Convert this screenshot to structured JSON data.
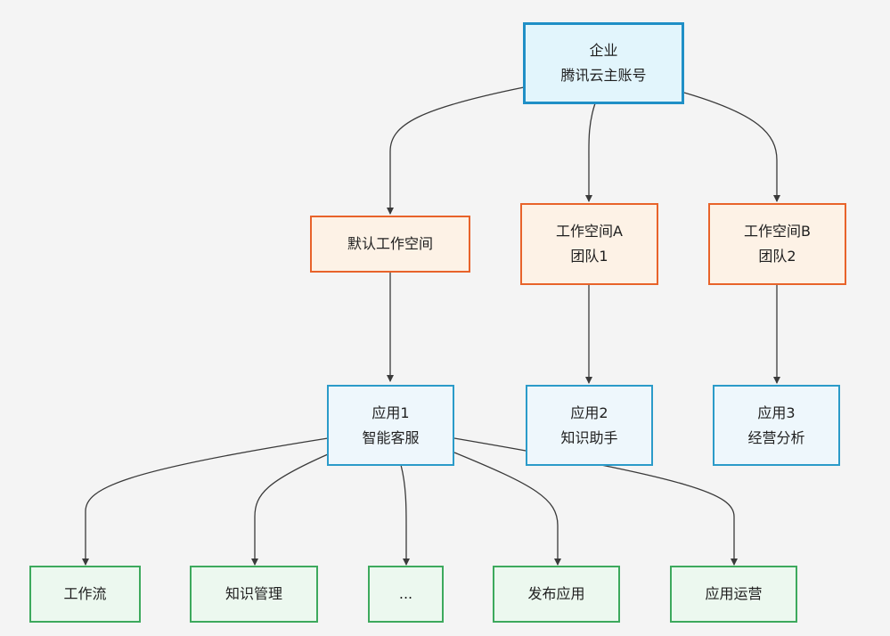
{
  "nodes": {
    "root": {
      "line1": "企业",
      "line2": "腾讯云主账号"
    },
    "ws_default": {
      "line1": "默认工作空间"
    },
    "ws_a": {
      "line1": "工作空间A",
      "line2": "团队1"
    },
    "ws_b": {
      "line1": "工作空间B",
      "line2": "团队2"
    },
    "app1": {
      "line1": "应用1",
      "line2": "智能客服"
    },
    "app2": {
      "line1": "应用2",
      "line2": "知识助手"
    },
    "app3": {
      "line1": "应用3",
      "line2": "经营分析"
    },
    "f_workflow": {
      "line1": "工作流"
    },
    "f_knowledge": {
      "line1": "知识管理"
    },
    "f_more": {
      "line1": "..."
    },
    "f_publish": {
      "line1": "发布应用"
    },
    "f_ops": {
      "line1": "应用运营"
    }
  },
  "colors": {
    "root_border": "#1f8fc6",
    "workspace_border": "#e8632a",
    "app_border": "#2b9bc9",
    "feature_border": "#3da95d",
    "edge": "#3a3a3a",
    "background": "#f4f4f4"
  }
}
